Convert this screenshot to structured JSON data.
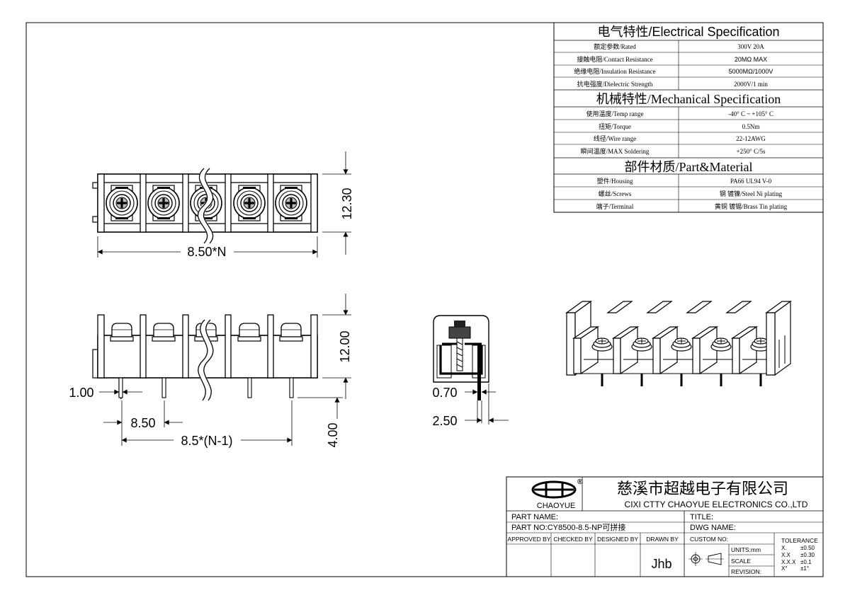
{
  "spec": {
    "electrical_title": "电气特性/Electrical Specification",
    "electrical_rows": [
      {
        "label": "额定参数/Rated",
        "value": "300V  20A"
      },
      {
        "label": "接触电阻/Contact Resistance",
        "value": "20MΩ MAX"
      },
      {
        "label": "绝缘电阻/Insulation Resistance",
        "value": "5000MΩ/1000V"
      },
      {
        "label": "抗电强度/Dielectric Strength",
        "value": "2000V/1 min"
      }
    ],
    "mechanical_title": "机械特性/Mechanical Specification",
    "mechanical_rows": [
      {
        "label": "使用温度/Temp range",
        "value": "-40° C ~ +105° C"
      },
      {
        "label": "扭矩/Torque",
        "value": "0.5Nm"
      },
      {
        "label": "线径/Wire range",
        "value": "22-12AWG"
      },
      {
        "label": "瞬间温度/MAX Soldering",
        "value": "+250° C/5s"
      }
    ],
    "material_title": "部件材质/Part&Material",
    "material_rows": [
      {
        "label": "塑件/Housing",
        "value": "PA66 UL94 V-0"
      },
      {
        "label": "螺丝/Screws",
        "value": "钢 镀镍/Steel Ni plating"
      },
      {
        "label": "端子/Terminal",
        "value": "黄铜 镀锡/Brass Tin  plating"
      }
    ]
  },
  "dimensions": {
    "top_height": "12.30",
    "top_width": "8.50*N",
    "front_height": "12.00",
    "pin_width": "1.00",
    "pitch": "8.50",
    "total_pitch": "8.5*(N-1)",
    "pin_length": "4.00",
    "side_pin": "0.70",
    "side_offset": "2.50"
  },
  "title_block": {
    "logo_text": "CHAOYUE",
    "logo_mark": "®",
    "company_cn": "慈溪市超越电子有限公司",
    "company_en": "CIXI CTTY CHAOYUE ELECTRONICS CO.,LTD",
    "part_name_label": "PART NAME:",
    "title_label": "TITLE:",
    "part_no": "PART NO:CY8500-8.5-NP可拼接",
    "dwg_name_label": "DWG NAME:",
    "approved_by": "APPROVED BY",
    "checked_by": "CHECKED BY",
    "designed_by": "DESIGNED BY",
    "drawn_by": "DRAWN BY",
    "drawn_by_value": "Jhb",
    "custom_no": "CUSTOM NO:",
    "units": "UNITS:mm",
    "scale": "SCALE",
    "revision": "REVISION:",
    "tolerance_title": "TOLERANCE",
    "tolerances": [
      {
        "k": "X.",
        "v": "±0.50"
      },
      {
        "k": "X.X",
        "v": "±0.30"
      },
      {
        "k": "X.X.X",
        "v": "±0.1"
      },
      {
        "k": "X°",
        "v": "±1°"
      }
    ]
  }
}
